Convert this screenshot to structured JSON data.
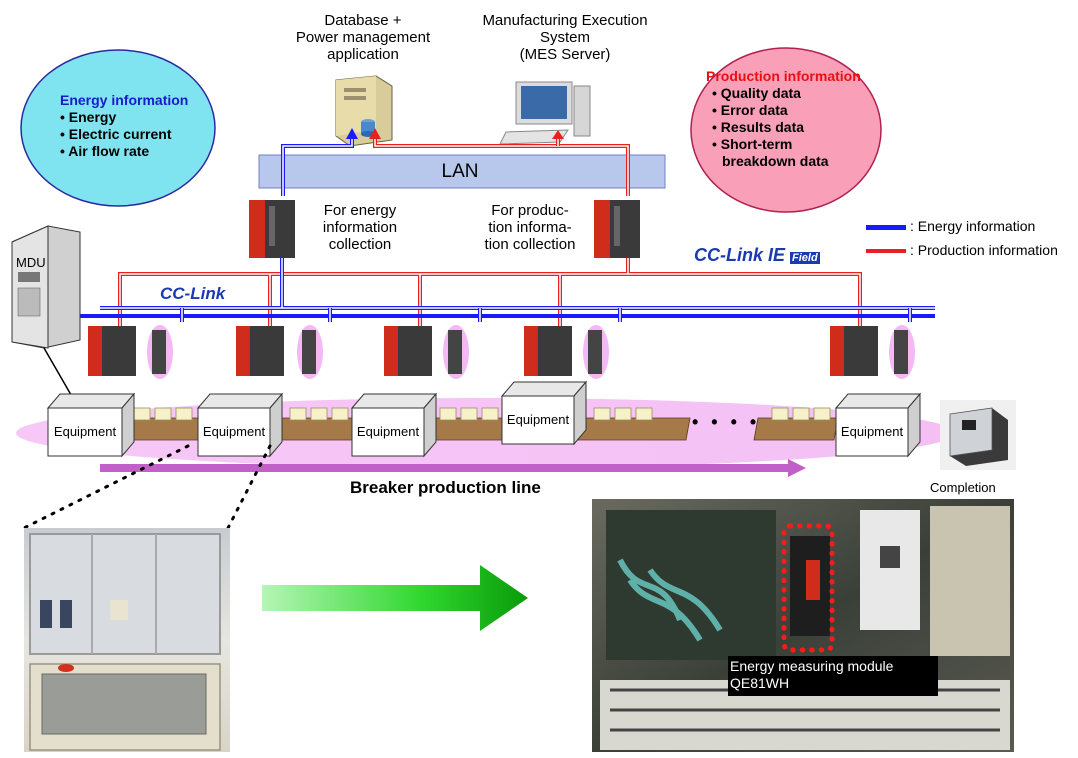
{
  "top_labels": {
    "database_line1": "Database +",
    "database_line2": "Power management",
    "database_line3": "application",
    "mes_line1": "Manufacturing Execution",
    "mes_line2": "System",
    "mes_line3": "(MES Server)"
  },
  "energy_bubble": {
    "title": "Energy information",
    "items": [
      "Energy",
      "Electric current",
      "Air flow rate"
    ]
  },
  "production_bubble": {
    "title": "Production information",
    "items": [
      "Quality data",
      "Error data",
      "Results data",
      "Short-term",
      "breakdown data"
    ]
  },
  "lan_label": "LAN",
  "plc_labels": {
    "energy_line1": "For energy",
    "energy_line2": "information",
    "energy_line3": "collection",
    "production_line1": "For produc-",
    "production_line2": "tion informa-",
    "production_line3": "tion collection"
  },
  "network_names": {
    "cclink_ie_main": "CC-Link IE",
    "cclink_ie_field": "Field",
    "cclink": "CC-Link"
  },
  "legend": {
    "energy": ": Energy information",
    "production": ": Production information"
  },
  "mdu_label": "MDU",
  "equipment_label": "Equipment",
  "dots": "• • • •",
  "production_line_label": "Breaker production line",
  "completion_label": "Completion",
  "module_caption_line1": "Energy measuring module",
  "module_caption_line2": "QE81WH",
  "colors": {
    "energy_line": "#1a1aff",
    "production_line": "#e82020",
    "energy_bubble": "#7fe3f0",
    "production_bubble": "#f9a0b8",
    "lan_bar": "#b8c8ec",
    "line_ellipse": "#f2b8f2",
    "arrow_green": "#22dd22",
    "plc_red": "#d02c1c"
  }
}
